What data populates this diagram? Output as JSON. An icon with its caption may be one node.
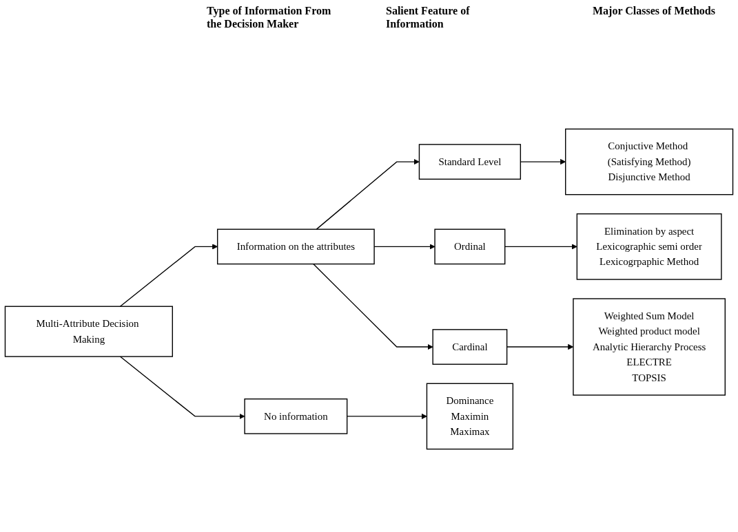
{
  "diagram": {
    "nodes": [
      {
        "text": [
          "Multi-Attribute Decision Making"
        ]
      },
      {
        "text": [
          "No information"
        ]
      },
      {
        "text": [
          "Information on the attributes"
        ]
      },
      {
        "text": [
          "Standard Level"
        ]
      },
      {
        "text": [
          "Ordinal"
        ]
      },
      {
        "text": [
          "Cardinal"
        ]
      },
      {
        "text": [
          "Dominance",
          "Maximin",
          "Maximax"
        ]
      },
      {
        "text": [
          "Conjuctive Method (Satisfying Method)",
          "Disjunctive Method"
        ]
      },
      {
        "text": [
          "Elimination by aspect",
          "Lexicographic semi order",
          "Lexicogrpaphic Method"
        ]
      },
      {
        "text": [
          "Weighted Sum Model",
          "Weighted product model",
          "Analytic Hierarchy Process",
          "ELECTRE",
          "TOPSIS"
        ]
      }
    ],
    "edges": [
      {
        "from": 0,
        "to": 1,
        "arrow": "to"
      },
      {
        "from": 0,
        "to": 2,
        "arrow": "to"
      },
      {
        "from": 1,
        "to": 6,
        "arrow": "to"
      },
      {
        "from": 2,
        "to": 3,
        "arrow": "to"
      },
      {
        "from": 2,
        "to": 4,
        "arrow": "to"
      },
      {
        "from": 2,
        "to": 5,
        "arrow": "to"
      },
      {
        "from": 3,
        "to": 7,
        "arrow": "to"
      },
      {
        "from": 4,
        "to": 8,
        "arrow": "to"
      },
      {
        "from": 5,
        "to": 9,
        "arrow": "to"
      }
    ],
    "labels": [
      "Type of Information From the Decision Maker",
      "Salient Feature of Information",
      "Major Classes of Methods"
    ]
  }
}
